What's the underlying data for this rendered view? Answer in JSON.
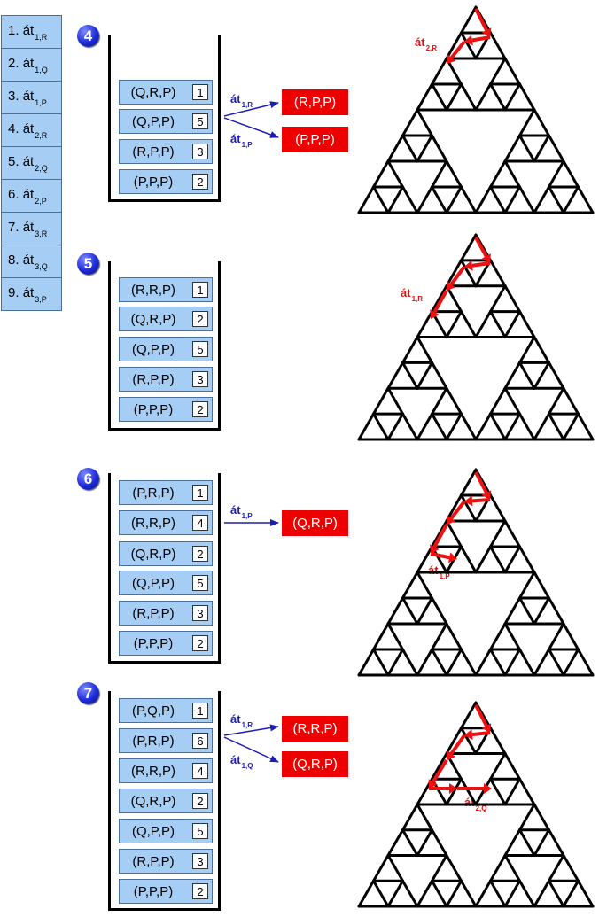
{
  "legend": [
    {
      "num": "1.",
      "word": "át",
      "sub": "1,R"
    },
    {
      "num": "2.",
      "word": "át",
      "sub": "1,Q"
    },
    {
      "num": "3.",
      "word": "át",
      "sub": "1,P"
    },
    {
      "num": "4.",
      "word": "át",
      "sub": "2,R"
    },
    {
      "num": "5.",
      "word": "át",
      "sub": "2,Q"
    },
    {
      "num": "6.",
      "word": "át",
      "sub": "2,P"
    },
    {
      "num": "7.",
      "word": "át",
      "sub": "3,R"
    },
    {
      "num": "8.",
      "word": "át",
      "sub": "3,Q"
    },
    {
      "num": "9.",
      "word": "át",
      "sub": "3,P"
    }
  ],
  "steps": [
    {
      "badge": "4",
      "stack": [
        {
          "label": "(Q,R,P)",
          "num": "1"
        },
        {
          "label": "(Q,P,P)",
          "num": "5"
        },
        {
          "label": "(R,P,P)",
          "num": "3"
        },
        {
          "label": "(P,P,P)",
          "num": "2"
        }
      ],
      "expansions": [
        {
          "word": "át",
          "sub": "1,R",
          "result": "(R,P,P)"
        },
        {
          "word": "át",
          "sub": "1,P",
          "result": "(P,P,P)"
        }
      ],
      "triangle_label": {
        "word": "át",
        "sub": "2,R"
      }
    },
    {
      "badge": "5",
      "stack": [
        {
          "label": "(R,R,P)",
          "num": "1"
        },
        {
          "label": "(Q,R,P)",
          "num": "2"
        },
        {
          "label": "(Q,P,P)",
          "num": "5"
        },
        {
          "label": "(R,P,P)",
          "num": "3"
        },
        {
          "label": "(P,P,P)",
          "num": "2"
        }
      ],
      "expansions": [],
      "triangle_label": {
        "word": "át",
        "sub": "1,R"
      }
    },
    {
      "badge": "6",
      "stack": [
        {
          "label": "(P,R,P)",
          "num": "1"
        },
        {
          "label": "(R,R,P)",
          "num": "4"
        },
        {
          "label": "(Q,R,P)",
          "num": "2"
        },
        {
          "label": "(Q,P,P)",
          "num": "5"
        },
        {
          "label": "(R,P,P)",
          "num": "3"
        },
        {
          "label": "(P,P,P)",
          "num": "2"
        }
      ],
      "expansions": [
        {
          "word": "át",
          "sub": "1,P",
          "result": "(Q,R,P)"
        }
      ],
      "triangle_label": {
        "word": "át",
        "sub": "1,P"
      }
    },
    {
      "badge": "7",
      "stack": [
        {
          "label": "(P,Q,P)",
          "num": "1"
        },
        {
          "label": "(P,R,P)",
          "num": "6"
        },
        {
          "label": "(R,R,P)",
          "num": "4"
        },
        {
          "label": "(Q,R,P)",
          "num": "2"
        },
        {
          "label": "(Q,P,P)",
          "num": "5"
        },
        {
          "label": "(R,P,P)",
          "num": "3"
        },
        {
          "label": "(P,P,P)",
          "num": "2"
        }
      ],
      "expansions": [
        {
          "word": "át",
          "sub": "1,R",
          "result": "(R,R,P)"
        },
        {
          "word": "át",
          "sub": "1,Q",
          "result": "(Q,R,P)"
        }
      ],
      "triangle_label": {
        "word": "át",
        "sub": "2,Q"
      }
    }
  ],
  "colors": {
    "box_fill": "#a6cdf4",
    "result_fill": "#ee0000",
    "arrow_blue": "#1d1db4",
    "arrow_red": "#ee1111"
  }
}
